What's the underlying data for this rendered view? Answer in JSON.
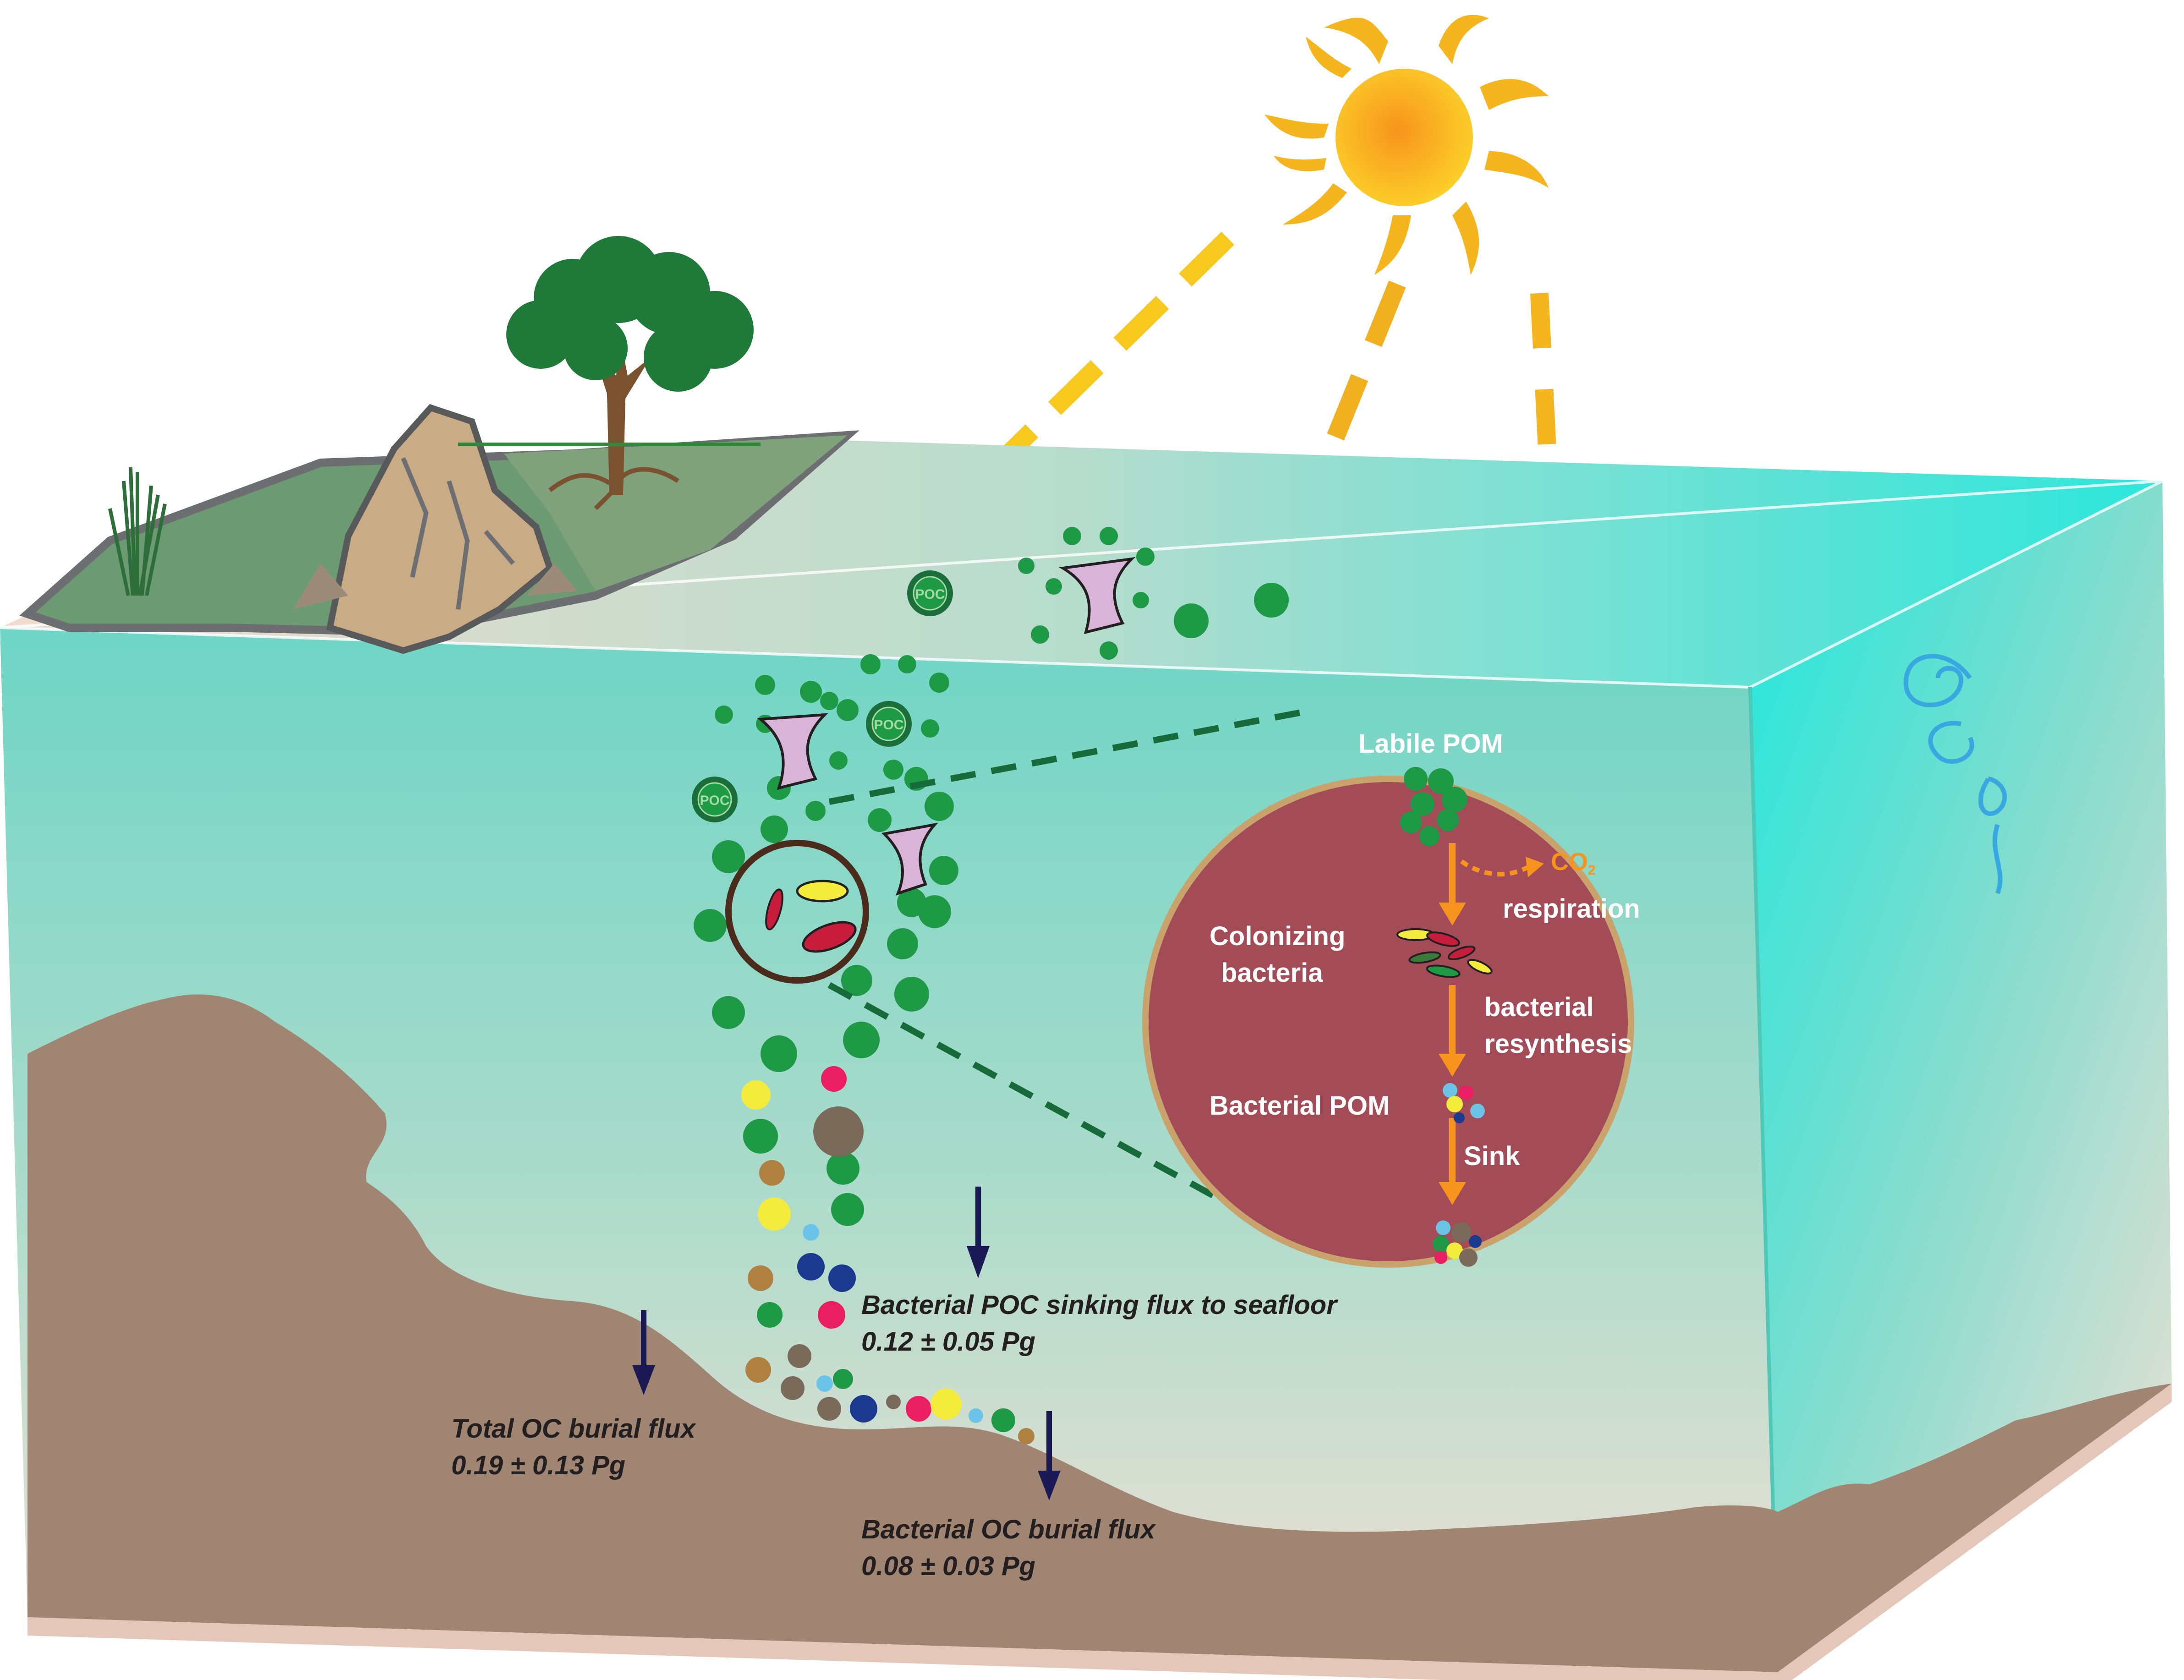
{
  "inset": {
    "labile_pom": "Labile POM",
    "co2": "CO",
    "co2_sub": "2",
    "respiration": "respiration",
    "colonizing_line1": "Colonizing",
    "colonizing_line2": "bacteria",
    "resynthesis_line1": "bacterial",
    "resynthesis_line2": "resynthesis",
    "bacterial_pom": "Bacterial POM",
    "sink": "Sink"
  },
  "particle_label": "POC",
  "fluxes": {
    "sinking_title": "Bacterial POC sinking flux to seafloor",
    "sinking_value": "0.12 ± 0.05 Pg",
    "total_title": "Total OC burial flux",
    "total_value": "0.19 ± 0.13 Pg",
    "bacterial_title": "Bacterial OC burial flux",
    "bacterial_value": "0.08 ± 0.03 Pg"
  },
  "colors": {
    "ocean": "#5fd6c8",
    "sediment": "#a08672",
    "inset": "#a34c58",
    "arrow_orange": "#f7941d",
    "flux_arrow": "#1c1a55",
    "particle_green": "#1e9a47",
    "sun": "#f5b51e"
  },
  "icons": [
    "sun-icon",
    "tree-icon",
    "reed-icon",
    "cliff-icon",
    "swirl-icon",
    "diatom-icon",
    "poc-particle-icon",
    "bacteria-icon",
    "down-arrow-icon"
  ]
}
